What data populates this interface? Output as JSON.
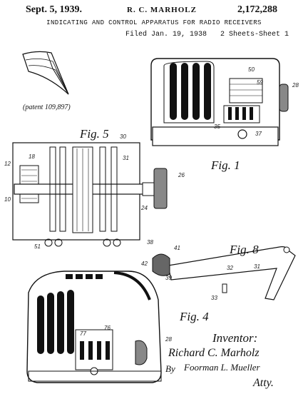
{
  "header": {
    "date": "Sept. 5, 1939.",
    "inventor_name": "R. C. MARHOLZ",
    "patent_number": "2,172,288",
    "title": "INDICATING AND CONTROL APPARATUS FOR RADIO RECEIVERS",
    "filed": "Filed Jan. 19, 1938",
    "sheets": "2 Sheets-Sheet 1"
  },
  "caption": "(patent 109,897)",
  "figures": {
    "fig1": "Fig. 1",
    "fig4": "Fig. 4",
    "fig5": "Fig. 5",
    "fig8": "Fig. 8"
  },
  "signature": {
    "heading": "Inventor:",
    "name": "Richard C. Marholz",
    "by": "By",
    "attorney": "Foorman L. Mueller",
    "atty": "Atty."
  },
  "refs": {
    "r28a": "28",
    "r50": "50",
    "r59": "59",
    "r35": "35",
    "r37": "37",
    "r30": "30",
    "r31": "31",
    "r18": "18",
    "r12": "12",
    "r10": "10",
    "r26": "26",
    "r24": "24",
    "r51": "51",
    "r38": "38",
    "r41": "41",
    "r42": "42",
    "r39": "39",
    "r32": "32",
    "r33": "33",
    "r31b": "31",
    "r76": "76",
    "r77": "77",
    "r28b": "28"
  }
}
